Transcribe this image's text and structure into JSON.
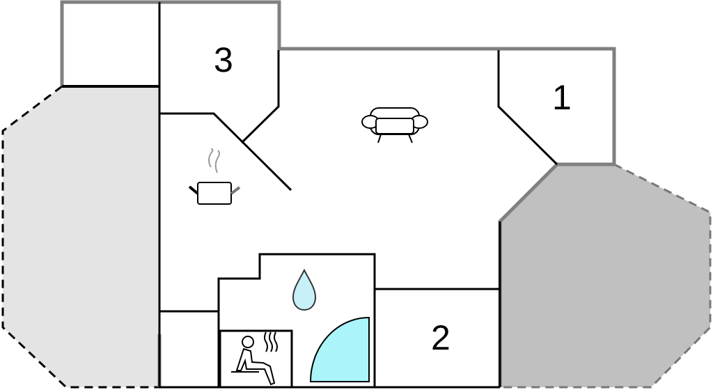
{
  "plan": {
    "rooms": [
      {
        "id": "bedroom-3",
        "label": "3"
      },
      {
        "id": "bedroom-1",
        "label": "1"
      },
      {
        "id": "bedroom-2",
        "label": "2"
      }
    ],
    "icons": [
      "sofa-icon",
      "cooking-pot-icon",
      "water-drop-icon",
      "sauna-icon",
      "shower-icon"
    ],
    "colors": {
      "terrace_left": "#e4e4e4",
      "terrace_right": "#c0c0c0",
      "water": "#c8f0f8",
      "shower": "#aaf4fa",
      "outer_wall": "#808080",
      "inner_wall": "#000000"
    }
  }
}
